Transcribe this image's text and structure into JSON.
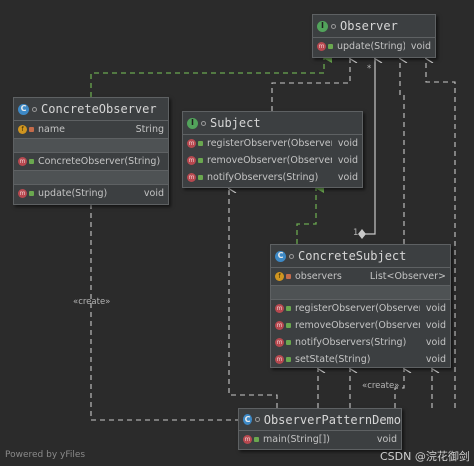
{
  "observer": {
    "kind": "I",
    "name": "Observer",
    "methods": [
      {
        "name": "update(String)",
        "type": "void"
      }
    ]
  },
  "concrete_observer": {
    "kind": "C",
    "name": "ConcreteObserver",
    "fields": [
      {
        "name": "name",
        "type": "String"
      }
    ],
    "constructors": [
      {
        "name": "ConcreteObserver(String)",
        "type": ""
      }
    ],
    "methods": [
      {
        "name": "update(String)",
        "type": "void"
      }
    ]
  },
  "subject": {
    "kind": "I",
    "name": "Subject",
    "methods": [
      {
        "name": "registerObserver(Observer)",
        "type": "void"
      },
      {
        "name": "removeObserver(Observer)",
        "type": "void"
      },
      {
        "name": "notifyObservers(String)",
        "type": "void"
      }
    ]
  },
  "concrete_subject": {
    "kind": "C",
    "name": "ConcreteSubject",
    "fields": [
      {
        "name": "observers",
        "type": "List<Observer>"
      }
    ],
    "methods": [
      {
        "name": "registerObserver(Observer)",
        "type": "void"
      },
      {
        "name": "removeObserver(Observer)",
        "type": "void"
      },
      {
        "name": "notifyObservers(String)",
        "type": "void"
      },
      {
        "name": "setState(String)",
        "type": "void"
      }
    ]
  },
  "demo": {
    "kind": "C",
    "name": "ObserverPatternDemo",
    "methods": [
      {
        "name": "main(String[])",
        "type": "void"
      }
    ]
  },
  "edge_labels": {
    "create_left": "«create»",
    "create_bottom": "«create»",
    "mult_star": "*",
    "mult_one": "1"
  },
  "footer": {
    "powered": "Powered by yFiles",
    "watermark": "CSDN @浣花御剑"
  },
  "colors": {
    "background": "#2b2b2b",
    "box": "#3c3f41",
    "implements_edge": "#6aa84f",
    "dependency_edge": "#c8c8c8"
  }
}
